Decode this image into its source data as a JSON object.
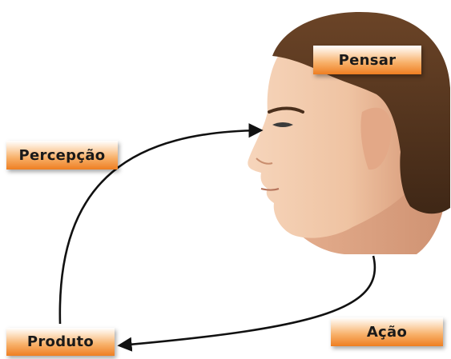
{
  "labels": {
    "pensar": "Pensar",
    "percepcao": "Percepção",
    "produto": "Produto",
    "acao": "Ação"
  },
  "image": {
    "subject": "head-profile-illustration"
  },
  "colors": {
    "label_gradient_top": "#fde3c8",
    "label_gradient_bottom": "#ee7e22",
    "arrow": "#111111",
    "hair": "#5a3a22",
    "skin": "#f0c7a8"
  }
}
